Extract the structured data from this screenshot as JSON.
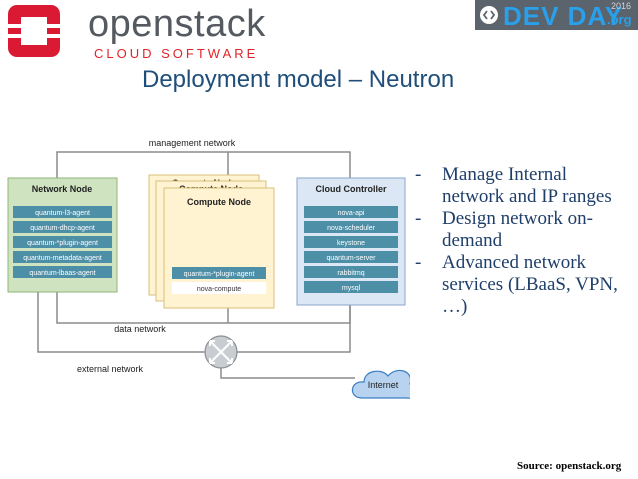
{
  "header": {
    "brand_name": "openstack",
    "brand_tagline": "CLOUD SOFTWARE",
    "event_logo_text": "DEV DAY",
    "event_logo_year": "2016",
    "event_logo_suffix": ".org"
  },
  "slide": {
    "title": "Deployment model – Neutron",
    "bullets": [
      "Manage Internal network and IP ranges",
      "Design network on-demand",
      "Advanced network services (LBaaS, VPN, …)"
    ],
    "bullet_marker": "-",
    "source": "Source: openstack.org"
  },
  "diagram": {
    "management_network_label": "management network",
    "data_network_label": "data network",
    "external_network_label": "external network",
    "internet_label": "Internet",
    "network_node": {
      "title": "Network Node",
      "agents": [
        "quantum-l3-agent",
        "quantum-dhcp-agent",
        "quantum-*plugin-agent",
        "quantum-metadata-agent",
        "quantum-lbaas-agent"
      ]
    },
    "compute_node": {
      "title": "Compute Node",
      "stack_titles": [
        "Compute Node",
        "Compute Node"
      ],
      "agent": "quantum-*plugin-agent",
      "service": "nova-compute"
    },
    "cloud_controller": {
      "title": "Cloud Controller",
      "services": [
        "nova-api",
        "nova-scheduler",
        "keystone",
        "quantum-server",
        "rabbitmq",
        "mysql"
      ]
    }
  },
  "colors": {
    "title": "#1f4e7a",
    "bullets": "#1f3f6a",
    "network_node_bg": "#cfe3c0",
    "compute_node_bg": "#fff3d1",
    "controller_bg": "#dce7f5",
    "agent_bar": "#4e8fa8",
    "openstack_red": "#da1a32",
    "devday_blue": "#2aa0ea"
  },
  "icons": [
    "openstack-logo-icon",
    "devday-logo-icon",
    "router-icon",
    "internet-cloud-icon"
  ]
}
